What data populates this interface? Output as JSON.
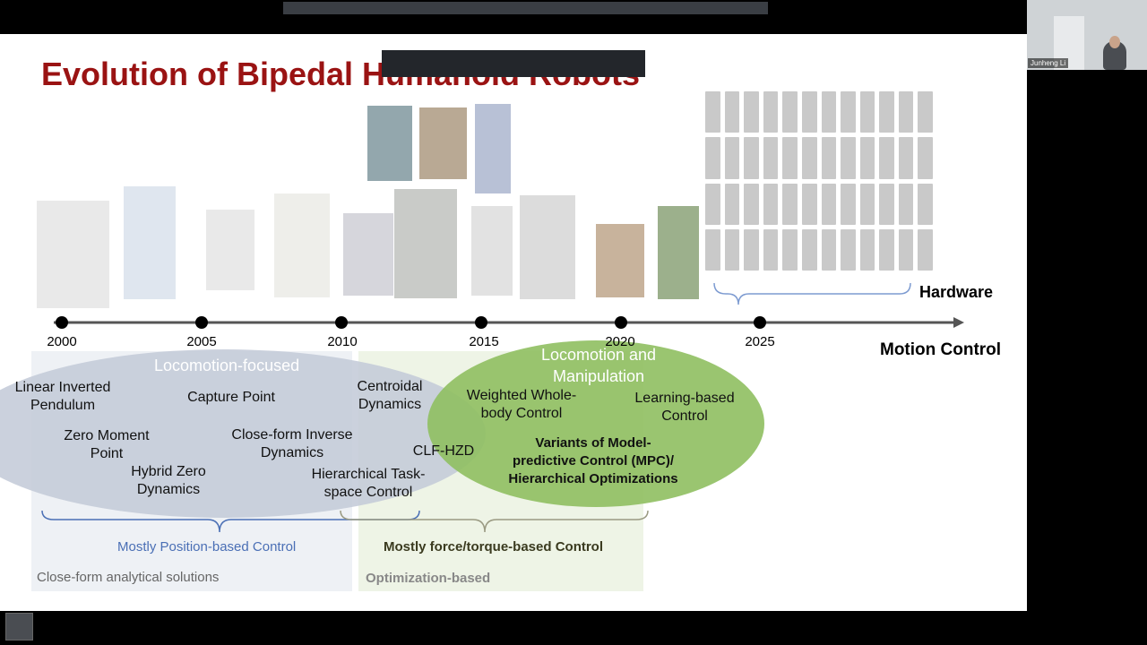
{
  "slide": {
    "title": "Evolution of Bipedal Humanoid Robots",
    "hardware_label": "Hardware",
    "motion_control_label": "Motion Control",
    "years": [
      "2000",
      "2005",
      "2010",
      "2015",
      "2020",
      "2025"
    ],
    "ellipse_left_title": "Locomotion-focused",
    "ellipse_right_title_line1": "Locomotion and",
    "ellipse_right_title_line2": "Manipulation",
    "methods": {
      "lip_1": "Linear Inverted",
      "lip_2": "Pendulum",
      "capture_point": "Capture Point",
      "centroidal_1": "Centroidal",
      "centroidal_2": "Dynamics",
      "weighted_1": "Weighted Whole-",
      "weighted_2": "body Control",
      "learning_1": "Learning-based",
      "learning_2": "Control",
      "zmp_1": "Zero Moment",
      "zmp_2": "Point",
      "cf_inverse_1": "Close-form Inverse",
      "cf_inverse_2": "Dynamics",
      "clf_hzd": "CLF-HZD",
      "hzd_1": "Hybrid Zero",
      "hzd_2": "Dynamics",
      "hier_task_1": "Hierarchical Task-",
      "hier_task_2": "space Control",
      "mpc_1": "Variants of Model-",
      "mpc_2": "predictive Control (MPC)/",
      "mpc_3": "Hierarchical Optimizations"
    },
    "brace_left_label": "Mostly Position-based Control",
    "brace_right_label": "Mostly force/torque-based Control",
    "panel_left_label": "Close-form analytical solutions",
    "panel_right_label": "Optimization-based"
  },
  "video": {
    "participant_name": "Junheng Li"
  },
  "colors": {
    "title": "#9a1313",
    "ellipse_left": "#c4cbd8",
    "ellipse_right": "#8fbf60",
    "brace_left": "#4a6fb5",
    "brace_right": "#8a8a70",
    "panel_left": "#eef1f5",
    "panel_right": "#eef4e6"
  }
}
